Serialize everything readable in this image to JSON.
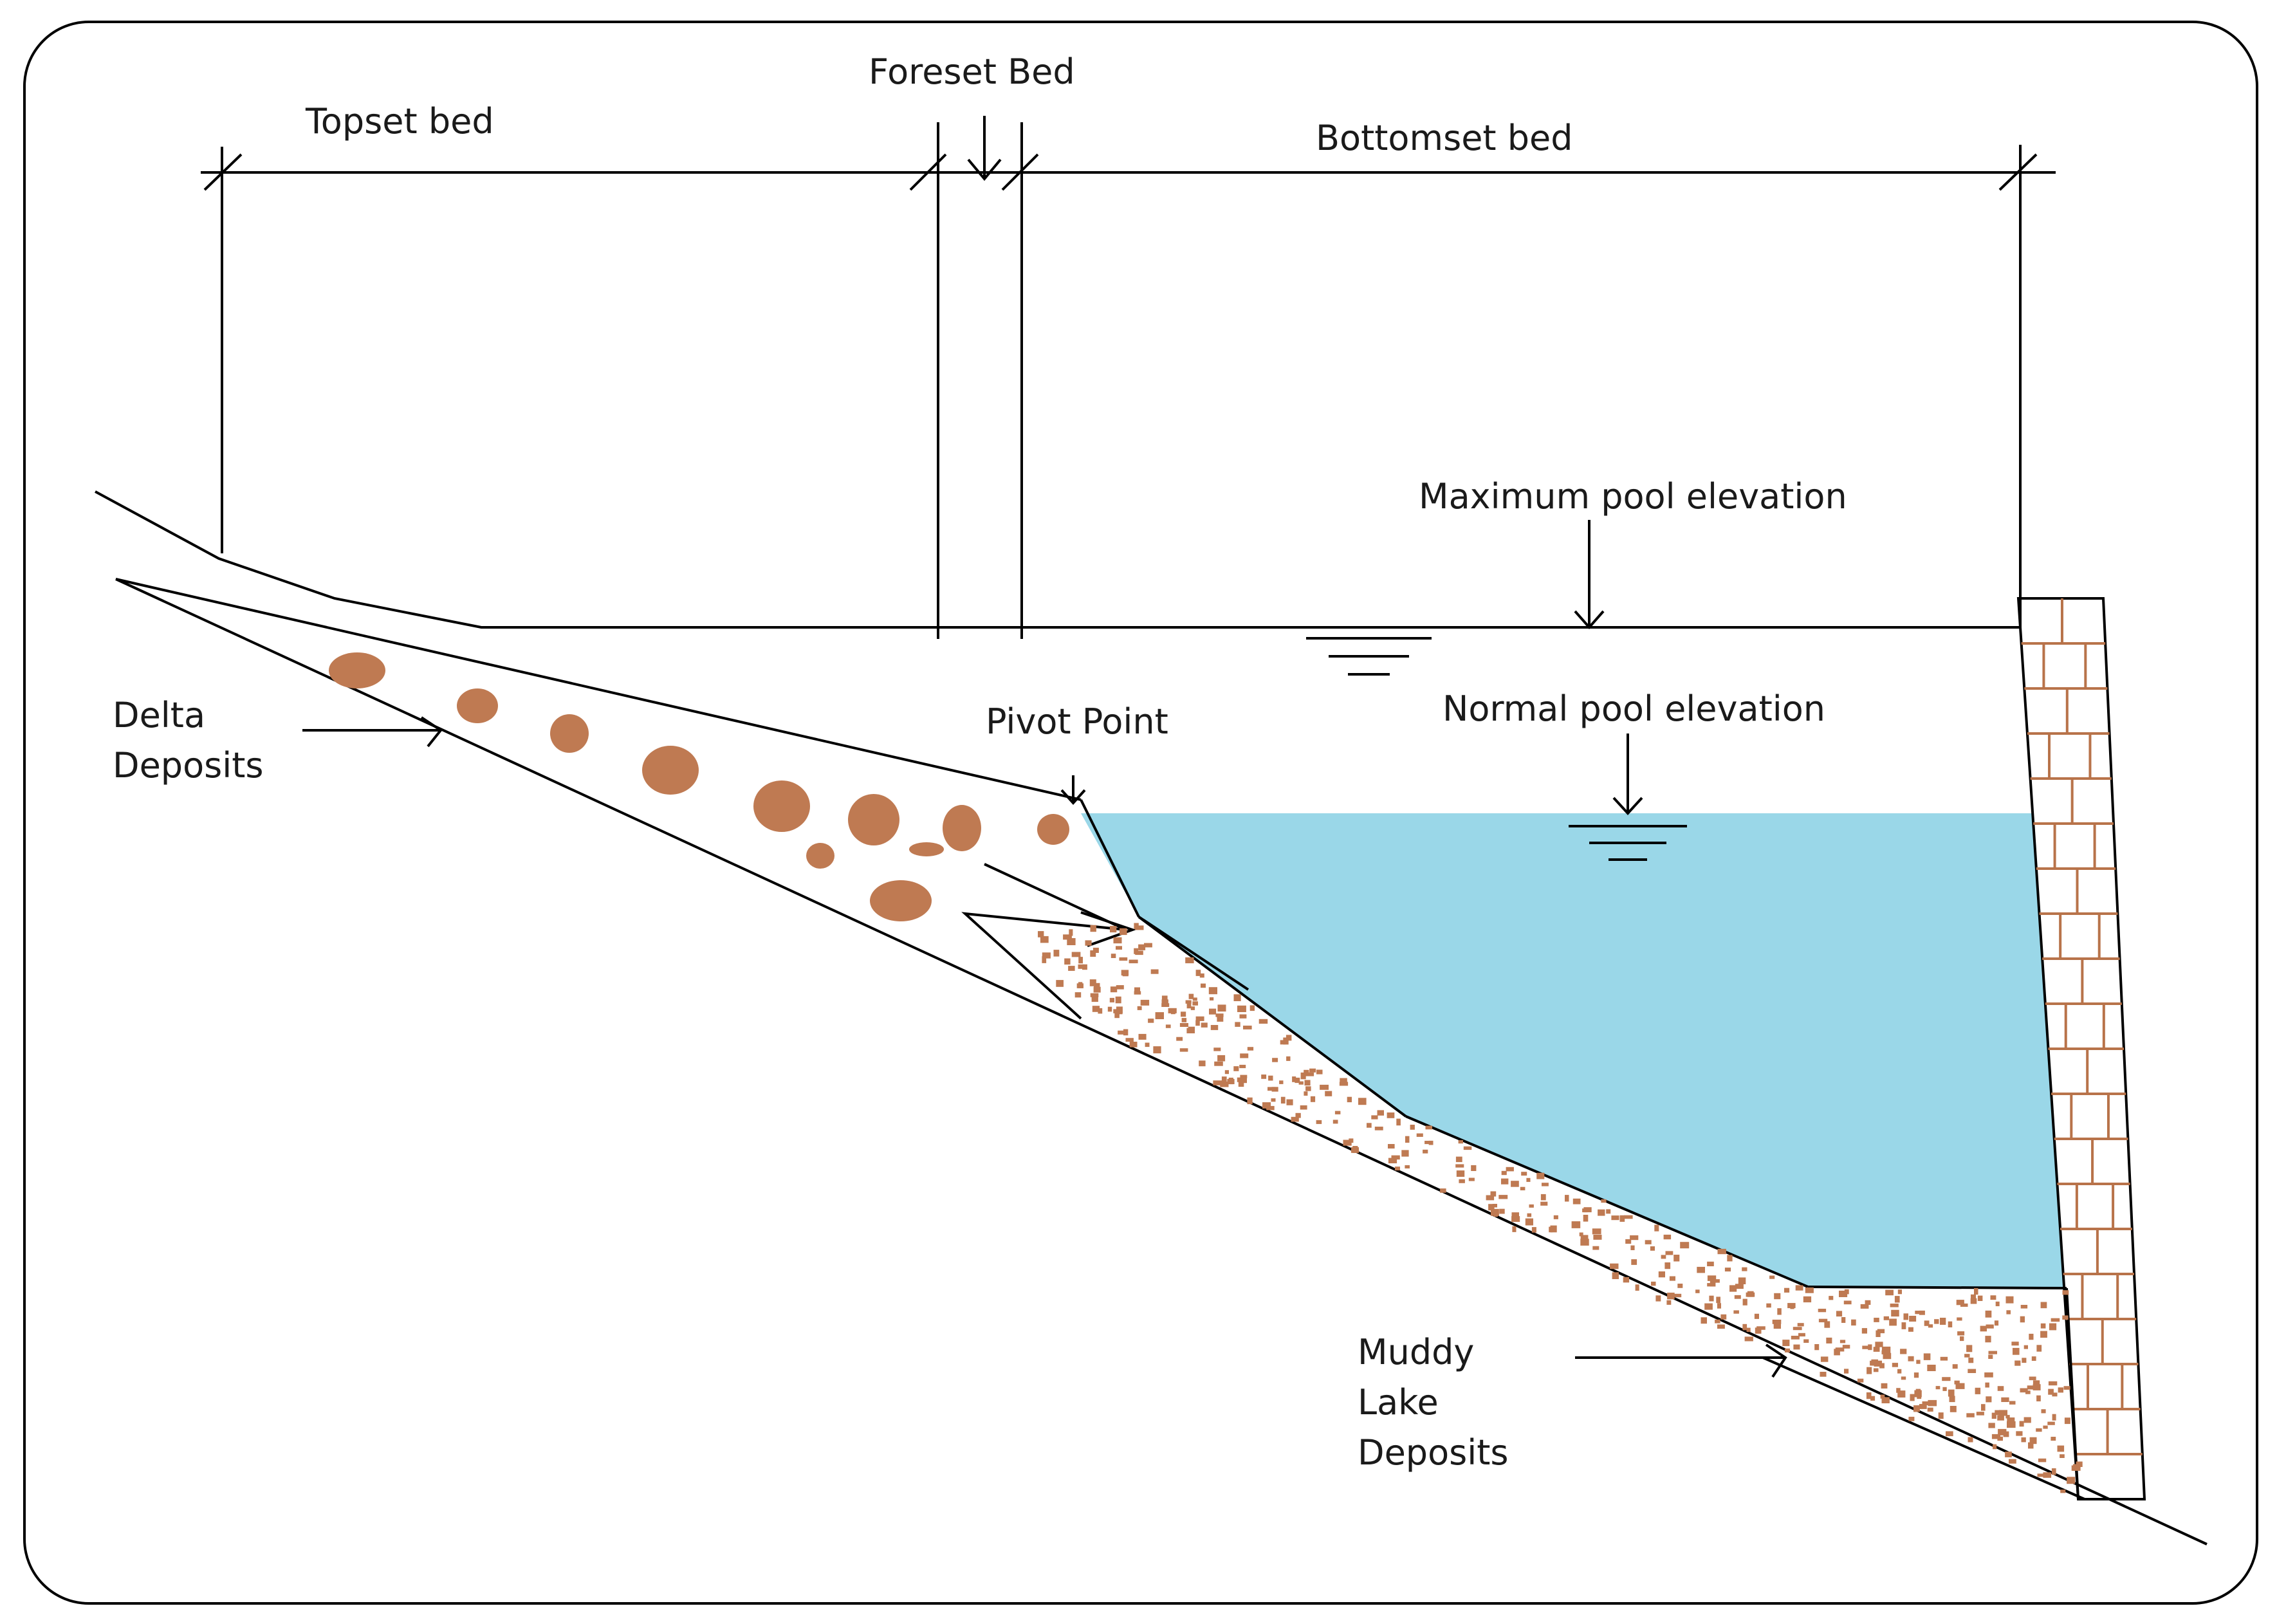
{
  "labels": {
    "foreset_bed": "Foreset Bed",
    "topset_bed": "Topset bed",
    "bottomset_bed": "Bottomset bed",
    "maximum_pool_elevation": "Maximum pool elevation",
    "normal_pool_elevation": "Normal pool elevation",
    "pivot_point": "Pivot Point",
    "delta_deposits": [
      "Delta",
      "Deposits"
    ],
    "muddy_lake_deposits": [
      "Muddy",
      "Lake",
      "Deposits"
    ]
  },
  "colors": {
    "water": "#9AD7E8",
    "sediment": "#BF7A52",
    "brick_mortar": "#B8734A",
    "line": "#000000",
    "background": "#FFFFFF"
  }
}
